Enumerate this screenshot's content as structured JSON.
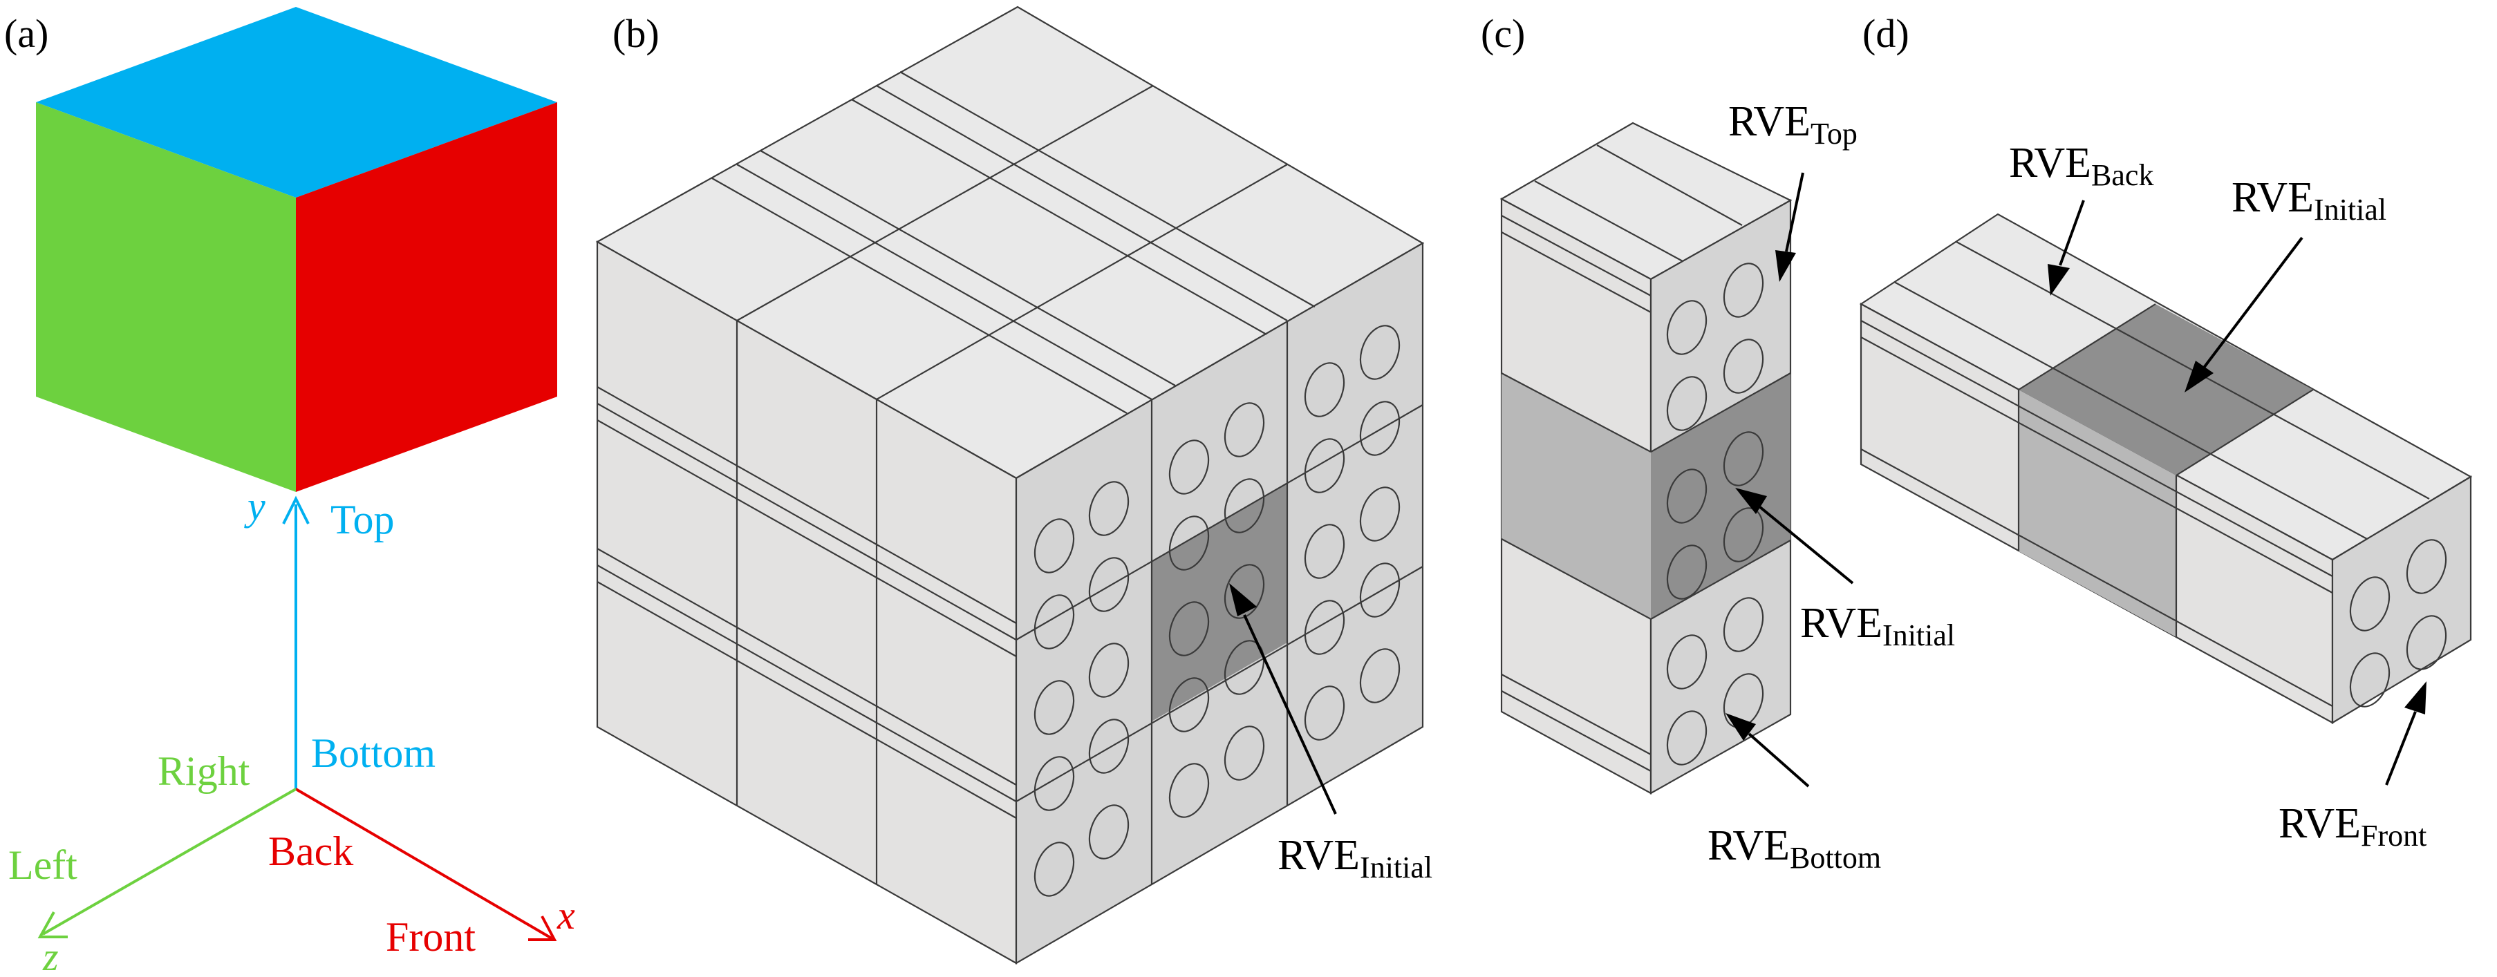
{
  "panels": {
    "a": "(a)",
    "b": "(b)",
    "c": "(c)",
    "d": "(d)"
  },
  "colors": {
    "top_face": "#00b0f0",
    "left_face": "#6dd13f",
    "right_face": "#e60000",
    "axis_y": "#00b0f0",
    "axis_z": "#6dd13f",
    "axis_x": "#e60000"
  },
  "axes": {
    "y_var": "y",
    "x_var": "x",
    "z_var": "z",
    "top": "Top",
    "bottom": "Bottom",
    "right": "Right",
    "left": "Left",
    "back": "Back",
    "front": "Front"
  },
  "rve": {
    "base": "RVE",
    "initial": "Initial",
    "top": "Top",
    "bottom": "Bottom",
    "back": "Back",
    "front": "Front"
  }
}
